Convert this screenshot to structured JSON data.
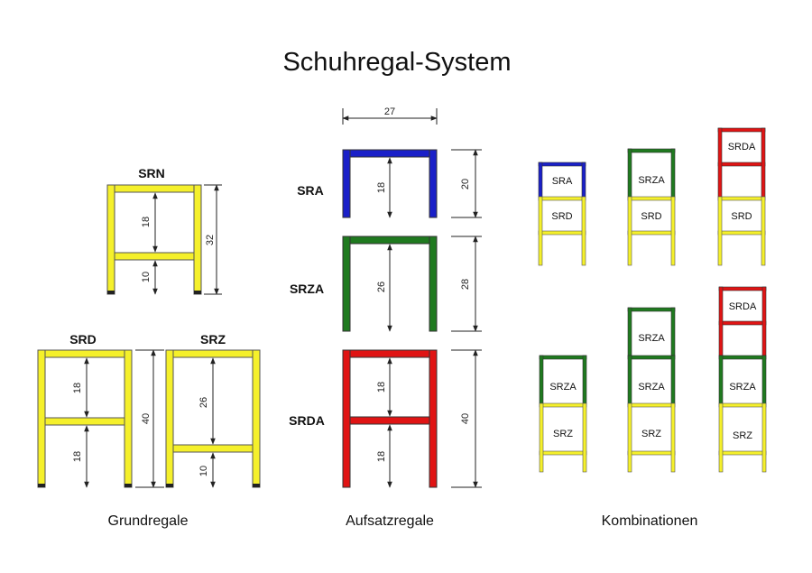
{
  "title": "Schuhregal-System",
  "sections": {
    "grund": "Grundregale",
    "aufsatz": "Aufsatzregale",
    "kombi": "Kombinationen"
  },
  "shelves": {
    "srn": {
      "name": "SRN",
      "dim_upper": "18",
      "dim_lower": "10",
      "dim_total": "32"
    },
    "srd": {
      "name": "SRD",
      "dim_upper": "18",
      "dim_lower": "18"
    },
    "srz": {
      "name": "SRZ",
      "dim_upper": "26",
      "dim_lower": "10"
    },
    "grund_height": "40",
    "sra": {
      "name": "SRA",
      "dim_inner": "18",
      "dim_total": "20"
    },
    "srza": {
      "name": "SRZA",
      "dim_inner": "26",
      "dim_total": "28"
    },
    "srda": {
      "name": "SRDA",
      "dim_upper": "18",
      "dim_lower": "18",
      "dim_total": "40"
    },
    "width": "27"
  },
  "labels": {
    "sra": "SRA",
    "srza": "SRZA",
    "srda": "SRDA",
    "srd": "SRD",
    "srz": "SRZ"
  },
  "colors": {
    "yellow": "#f5f02b",
    "blue": "#1a20c8",
    "green": "#1f7a1f",
    "red": "#e01414",
    "outline": "#555555",
    "dim": "#222222"
  }
}
